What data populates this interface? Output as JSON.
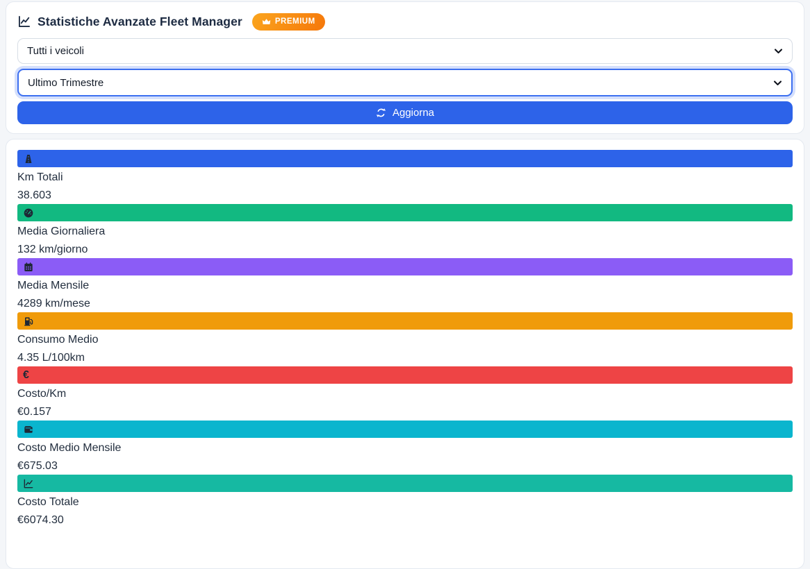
{
  "page": {
    "background": "#f4f6f9"
  },
  "header": {
    "title": "Statistiche Avanzate Fleet Manager",
    "premium_badge": "PREMIUM"
  },
  "filters": {
    "vehicle_filter": {
      "selected": "Tutti i veicoli"
    },
    "period_filter": {
      "selected": "Ultimo Trimestre"
    },
    "refresh_button_label": "Aggiorna"
  },
  "stats": [
    {
      "icon": "road-icon",
      "color": "#2d63e9",
      "label": "Km Totali",
      "value": "38.603"
    },
    {
      "icon": "tachometer-icon",
      "color": "#12b981",
      "label": "Media Giornaliera",
      "value": "132 km/giorno"
    },
    {
      "icon": "calendar-icon",
      "color": "#8b5cf6",
      "label": "Media Mensile",
      "value": "4289 km/mese"
    },
    {
      "icon": "gas-pump-icon",
      "color": "#f09b0a",
      "label": "Consumo Medio",
      "value": "4.35 L/100km"
    },
    {
      "icon": "euro-icon",
      "color": "#ee4445",
      "label": "Costo/Km",
      "value": "€0.157",
      "glyph": "€"
    },
    {
      "icon": "wallet-icon",
      "color": "#0ab5ce",
      "label": "Costo Medio Mensile",
      "value": "€675.03"
    },
    {
      "icon": "chart-line-icon",
      "color": "#16b9a2",
      "label": "Costo Totale",
      "value": "€6074.30"
    }
  ],
  "colors": {
    "primary_button": "#2d63e9",
    "focus_ring": "#3c6ff0",
    "badge_gradient_start": "#fba51e",
    "badge_gradient_end": "#f5770a",
    "card_border": "#e4e9f0",
    "text_dark": "#1d2b42"
  }
}
